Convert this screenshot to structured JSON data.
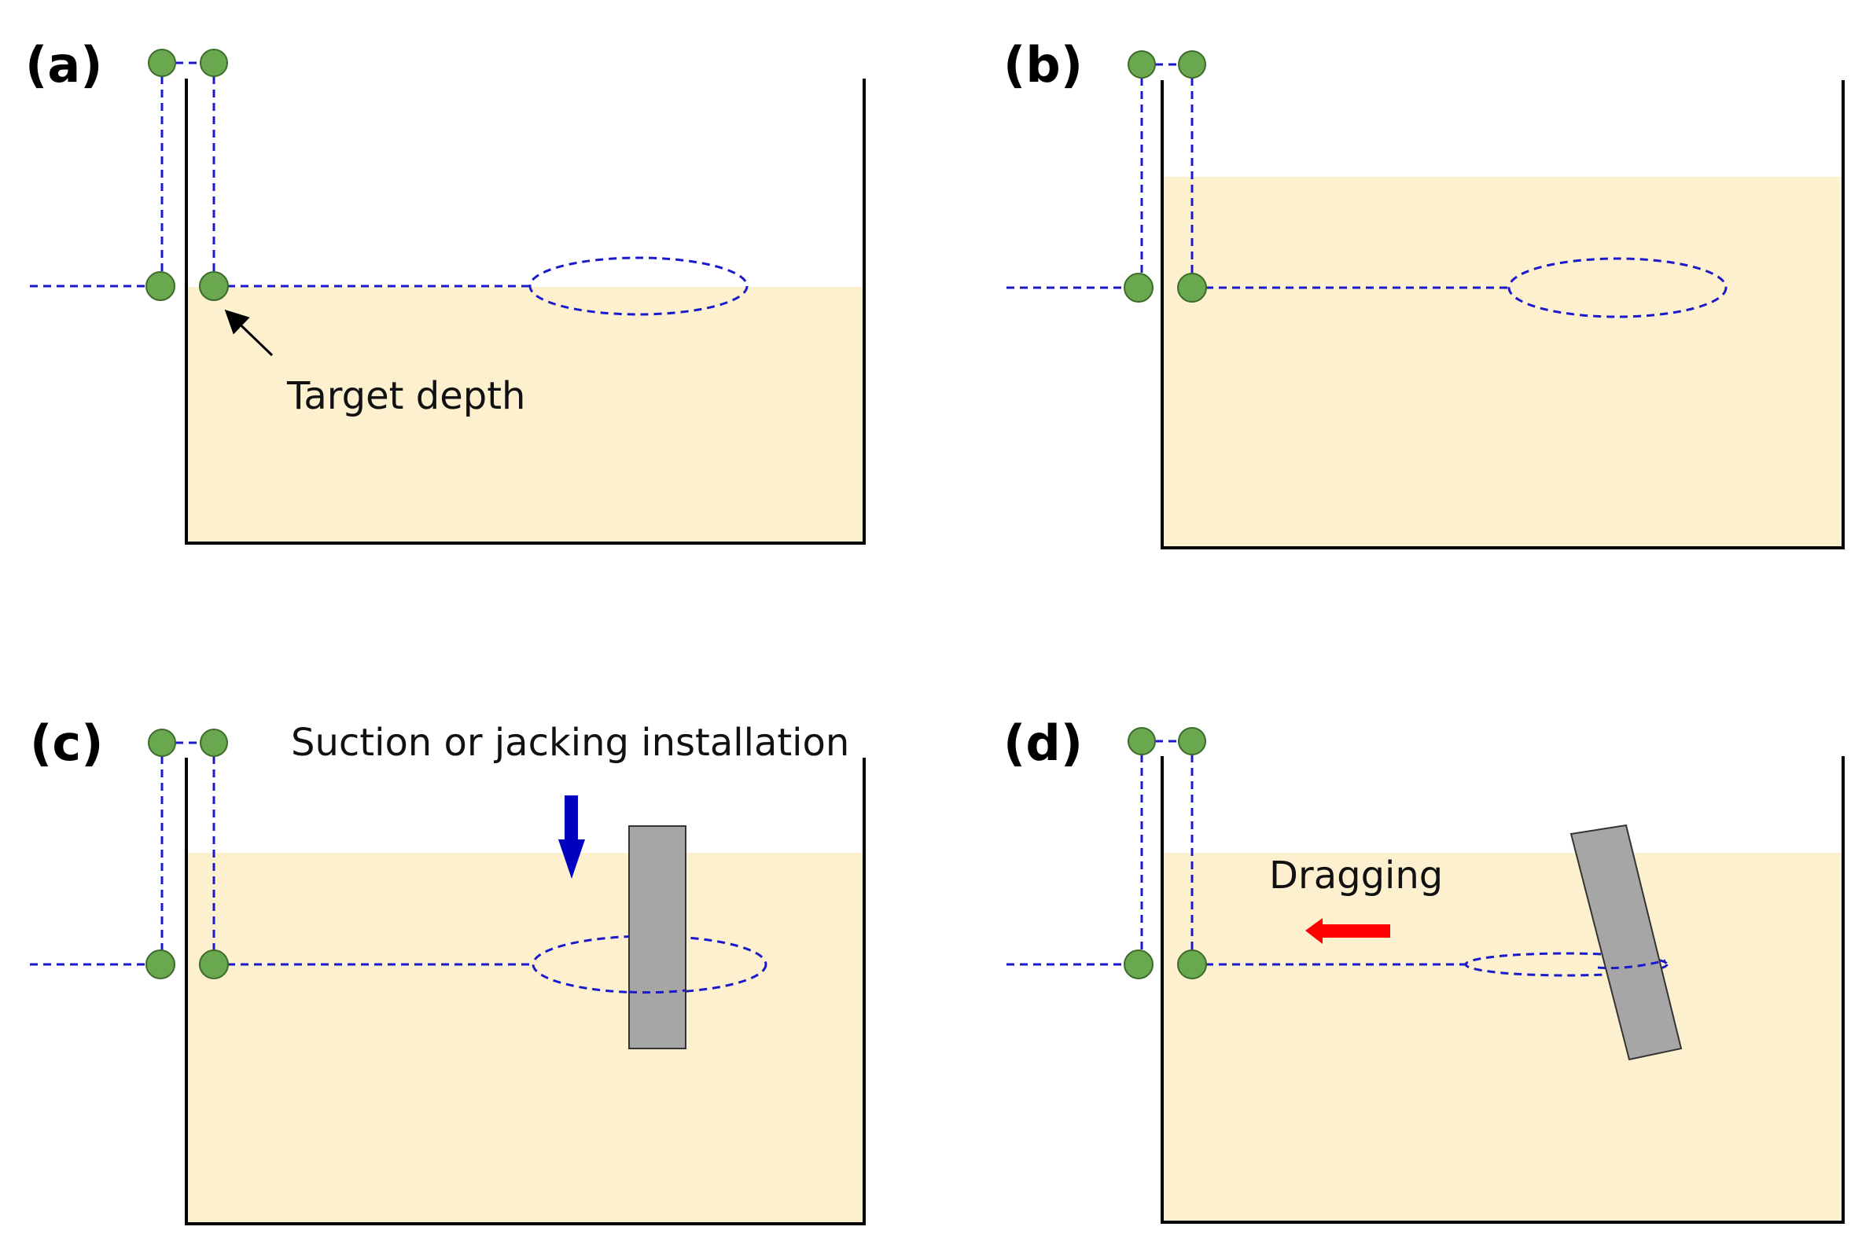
{
  "colors": {
    "soil": "#fdf0cf",
    "tank_wall": "#000000",
    "dashed_line": "#1a1acc",
    "sensor_fill": "#6aa84f",
    "sensor_stroke": "#3d6b2a",
    "anchor_fill": "#a6a6a6",
    "anchor_stroke": "#333333",
    "install_arrow": "#0000c0",
    "drag_arrow": "#ff0000"
  },
  "panels": [
    {
      "id": "a",
      "label": "(a)",
      "caption": "Target depth"
    },
    {
      "id": "b",
      "label": "(b)"
    },
    {
      "id": "c",
      "label": "(c)",
      "caption": "Suction or jacking installation"
    },
    {
      "id": "d",
      "label": "(d)",
      "caption": "Dragging"
    }
  ],
  "icons": {
    "sensor": "green-circle-icon",
    "install": "down-arrow-icon",
    "drag": "left-arrow-icon"
  }
}
